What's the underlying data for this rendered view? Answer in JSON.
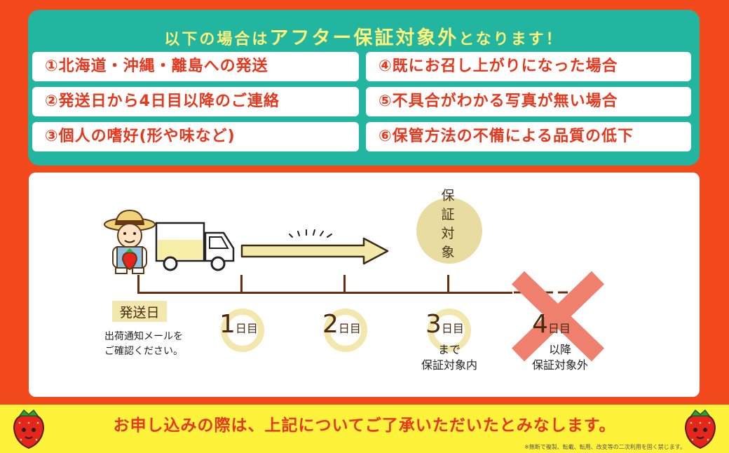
{
  "conditions": {
    "headline_pre": "以下の場合は",
    "headline_em": "アフター保証対象外",
    "headline_post": "となります！",
    "items": [
      "①北海道・沖縄・離島への発送",
      "②発送日から4日目以降のご連絡",
      "③個人の嗜好(形や味など)",
      "④既にお召し上がりになった場合",
      "⑤不具合がわかる写真が無い場合",
      "⑥保管方法の不備による品質の低下"
    ]
  },
  "timeline": {
    "covered_badge": [
      "保",
      "証",
      "対",
      "象"
    ],
    "ship_day": "発送日",
    "ship_note": [
      "出荷通知メールを",
      "ご確認ください。"
    ],
    "days": [
      {
        "num": "1",
        "suffix": "日目"
      },
      {
        "num": "2",
        "suffix": "日目"
      },
      {
        "num": "3",
        "suffix": "日目"
      },
      {
        "num": "4",
        "suffix": "日目"
      }
    ],
    "day3_note": [
      "まで",
      "保証対象内"
    ],
    "day4_note": [
      "以降",
      "保証対象外"
    ]
  },
  "footer": {
    "agreement": "お申し込みの際は、上記についてご了承いただいたとみなします。",
    "copyright": "※無断で複製、転載、転用、改変等の二次利用を固く禁じます。"
  },
  "colors": {
    "background": "#f24a1d",
    "panel": "#22b5a0",
    "accent_text": "#e8371c",
    "headline": "#fff27a",
    "footer": "#fff23a"
  }
}
